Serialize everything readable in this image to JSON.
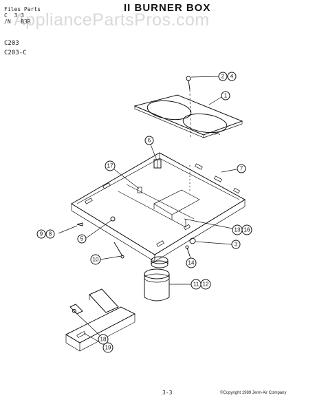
{
  "header": {
    "line1": "Files Parts",
    "line2": "C  3 3",
    "line3": "/N   B3R",
    "title": "II BURNER BOX",
    "watermark": "AppliancePartsPros.com"
  },
  "models": [
    "C203",
    "C203-C"
  ],
  "callouts": [
    {
      "n": "2",
      "id": "callout-2"
    },
    {
      "n": "4",
      "id": "callout-4"
    },
    {
      "n": "1",
      "id": "callout-1"
    },
    {
      "n": "6",
      "id": "callout-6"
    },
    {
      "n": "17",
      "id": "callout-17"
    },
    {
      "n": "7",
      "id": "callout-7"
    },
    {
      "n": "9",
      "id": "callout-9"
    },
    {
      "n": "8",
      "id": "callout-8"
    },
    {
      "n": "5",
      "id": "callout-5"
    },
    {
      "n": "13",
      "id": "callout-13"
    },
    {
      "n": "16",
      "id": "callout-16"
    },
    {
      "n": "3",
      "id": "callout-3"
    },
    {
      "n": "14",
      "id": "callout-14"
    },
    {
      "n": "10",
      "id": "callout-10"
    },
    {
      "n": "11",
      "id": "callout-11"
    },
    {
      "n": "12",
      "id": "callout-12"
    },
    {
      "n": "18",
      "id": "callout-18"
    },
    {
      "n": "19",
      "id": "callout-19"
    }
  ],
  "footer": {
    "page": "3-3",
    "copyright": "©Copyright 1989 Jenn-Air Company"
  }
}
